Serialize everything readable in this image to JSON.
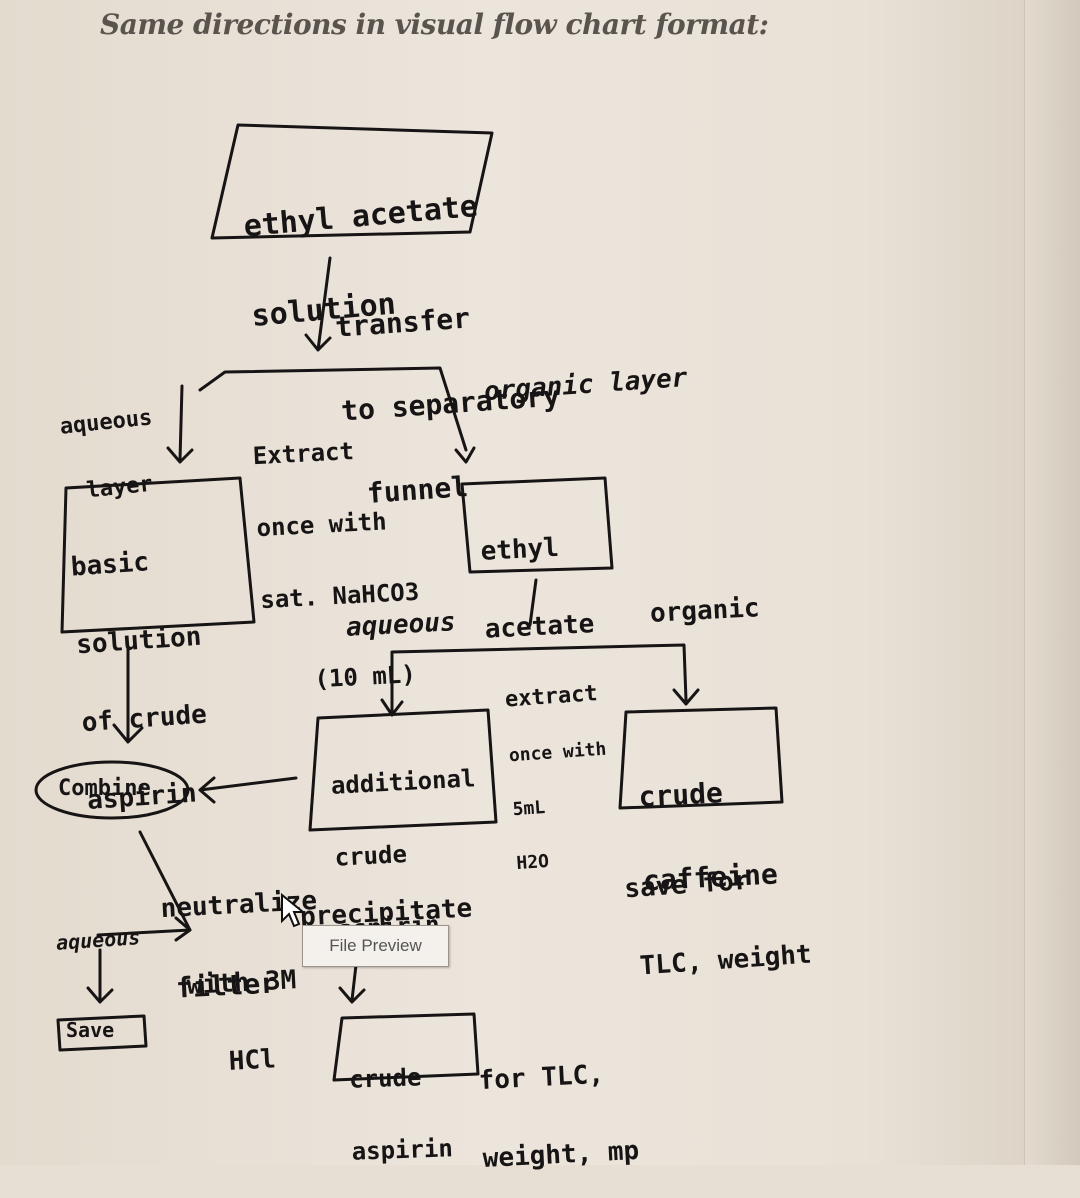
{
  "heading": "Same directions in visual flow chart format:",
  "nodes": {
    "start_line1": "ethyl acetate",
    "start_line2": "solution",
    "basic_line1": "basic",
    "basic_line2": "solution",
    "basic_line3": "of crude",
    "basic_line4": "aspirin",
    "ethyl_line1": "ethyl",
    "ethyl_line2": "acetate",
    "additional_line1": "additional",
    "additional_line2": "crude",
    "additional_line3": "aspirin",
    "caffeine_line1": "crude",
    "caffeine_line2": "caffeine",
    "combine": "Combine",
    "final_line1": "crude",
    "final_line2": "aspirin",
    "save": "Save"
  },
  "labels": {
    "transfer_line1": "transfer",
    "transfer_line2": "to separatory",
    "transfer_line3": "funnel",
    "aqueous_layer_line1": "aqueous",
    "aqueous_layer_line2": "layer",
    "organic_layer": "organic layer",
    "extract1_line1": "Extract",
    "extract1_line2": "once with",
    "extract1_line3": "sat. NaHCO3",
    "extract1_line4": "(10 mL)",
    "aqueous2": "aqueous",
    "organic2": "organic",
    "extract2_line1": "extract",
    "extract2_line2": "once with",
    "extract2_line3": "5mL",
    "extract2_line4": "H2O",
    "save_for_line1": "save for",
    "save_for_line2": "TLC, weight",
    "neutralize_line1": "neutralize",
    "neutralize_line2": "with 3M",
    "neutralize_line3": "HCl",
    "precipitate": "precipitate",
    "aqueous3": "aqueous",
    "filter": "filter",
    "for_tlc_line1": "for TLC,",
    "for_tlc_line2": "weight, mp"
  },
  "tooltip": "File Preview"
}
